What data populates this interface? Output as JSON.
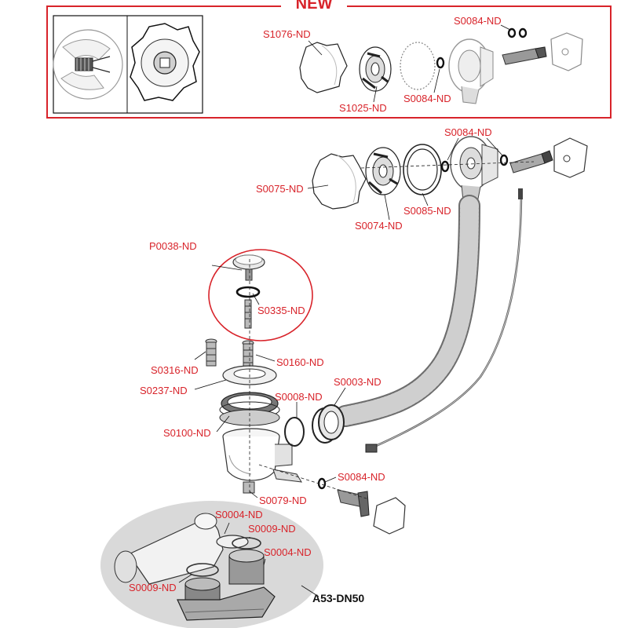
{
  "banner": {
    "label": "NEW"
  },
  "colors": {
    "accent": "#d8232a",
    "text_dark": "#111111",
    "ellipse_fill": "#d9d9d9"
  },
  "labels": [
    {
      "id": "s0084-a",
      "text": "S0084-ND"
    },
    {
      "id": "s1076",
      "text": "S1076-ND"
    },
    {
      "id": "s1025",
      "text": "S1025-ND"
    },
    {
      "id": "s0084-b",
      "text": "S0084-ND"
    },
    {
      "id": "s0084-c",
      "text": "S0084-ND"
    },
    {
      "id": "s0075",
      "text": "S0075-ND"
    },
    {
      "id": "s0085",
      "text": "S0085-ND"
    },
    {
      "id": "s0074",
      "text": "S0074-ND"
    },
    {
      "id": "p0038",
      "text": "P0038-ND"
    },
    {
      "id": "s0335",
      "text": "S0335-ND"
    },
    {
      "id": "s0316",
      "text": "S0316-ND"
    },
    {
      "id": "s0160",
      "text": "S0160-ND"
    },
    {
      "id": "s0237",
      "text": "S0237-ND"
    },
    {
      "id": "s0003",
      "text": "S0003-ND"
    },
    {
      "id": "s0008",
      "text": "S0008-ND"
    },
    {
      "id": "s0100",
      "text": "S0100-ND"
    },
    {
      "id": "s0084-d",
      "text": "S0084-ND"
    },
    {
      "id": "s0079",
      "text": "S0079-ND"
    },
    {
      "id": "s0004-a",
      "text": "S0004-ND"
    },
    {
      "id": "s0009-a",
      "text": "S0009-ND"
    },
    {
      "id": "s0004-b",
      "text": "S0004-ND"
    },
    {
      "id": "s0009-b",
      "text": "S0009-ND"
    }
  ],
  "siphon": {
    "model_label": "A53-DN50"
  }
}
